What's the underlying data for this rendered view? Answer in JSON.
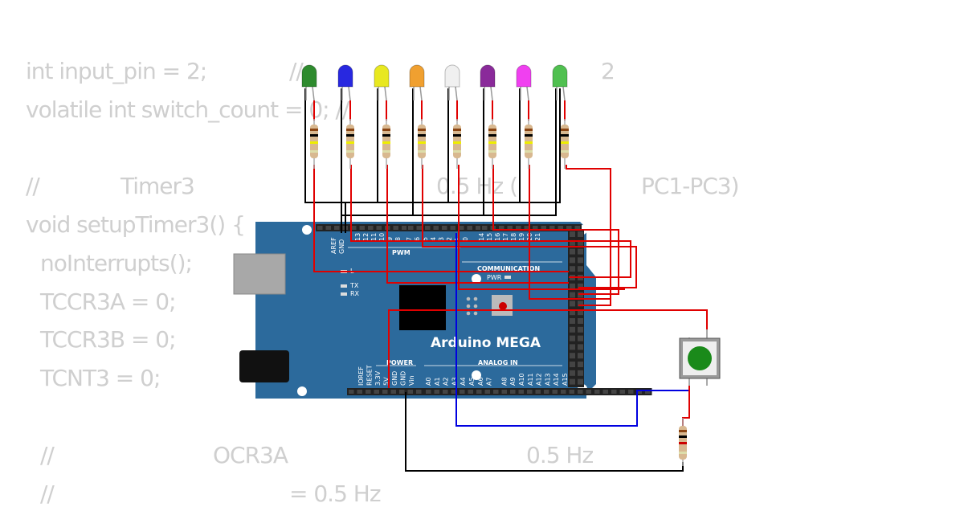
{
  "code_lines": [
    [
      "int input_pin = 2;",
      "//",
      "2"
    ],
    [
      "volatile int switch_count = 0; //"
    ],
    [
      "//",
      "Timer3",
      "0.5 Hz (",
      "PC1-PC3)"
    ],
    [
      "void setupTimer3() {"
    ],
    [
      "noInterrupts();"
    ],
    [
      "TCCR3A = 0;"
    ],
    [
      "TCCR3B = 0;"
    ],
    [
      "TCNT3 = 0;"
    ],
    [
      "//",
      "OCR3A",
      "0.5 Hz"
    ],
    [
      "//",
      "= 0.5 Hz"
    ]
  ],
  "board": {
    "name": "Arduino MEGA",
    "pwm": "PWM",
    "communication": "COMMUNICATION",
    "power": "POWER",
    "analog_in": "ANALOG IN",
    "led_l": "L",
    "led_tx": "TX",
    "led_rx": "RX",
    "pwr": "PWR",
    "top_pins": [
      "AREF",
      "GND",
      "13",
      "12",
      "11",
      "10",
      "9",
      "8",
      "7",
      "6",
      "5",
      "4",
      "3",
      "2",
      "1",
      "0",
      "14",
      "15",
      "16",
      "17",
      "18",
      "19",
      "20",
      "21"
    ],
    "power_pins": [
      "IOREF",
      "RESET",
      "3.3V",
      "5V",
      "GND",
      "GND",
      "Vin"
    ],
    "analog_pins": [
      "A0",
      "A1",
      "A2",
      "A3",
      "A4",
      "A5",
      "A6",
      "A7",
      "A8",
      "A9",
      "A10",
      "A11",
      "A12",
      "A13",
      "A14",
      "A15"
    ]
  },
  "led_colors": [
    "#2e8b2e",
    "#2828e0",
    "#e8e820",
    "#f0a030",
    "#f0f0f0",
    "#8a2a9a",
    "#f040f0",
    "#50c050"
  ],
  "colors": {
    "board": "#2c6a9c",
    "wire_red": "#e00000",
    "wire_black": "#000000",
    "wire_blue": "#0000e0",
    "button": "#1a8a1a"
  }
}
